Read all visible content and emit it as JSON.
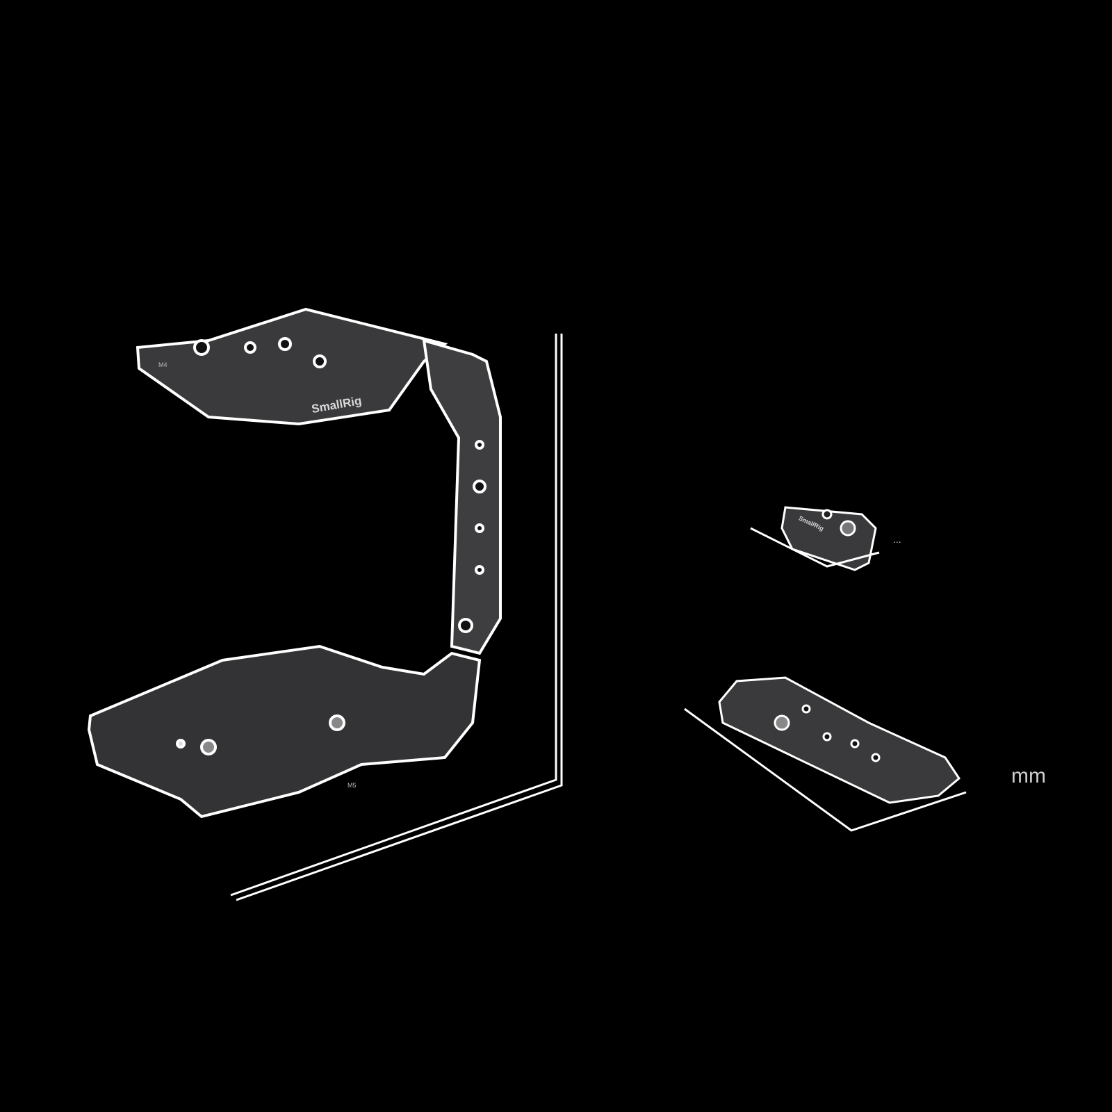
{
  "scene": {
    "background": "#000000",
    "product_color": "#3a3a3c",
    "outline_color": "#ffffff"
  },
  "cage": {
    "brand": "SmallRig",
    "label_top": "M4",
    "label_bottom": "M5"
  },
  "accessory_small": {
    "brand": "SmallRig",
    "dimension_text": "..."
  },
  "accessory_large": {
    "dimension_text": "mm"
  }
}
